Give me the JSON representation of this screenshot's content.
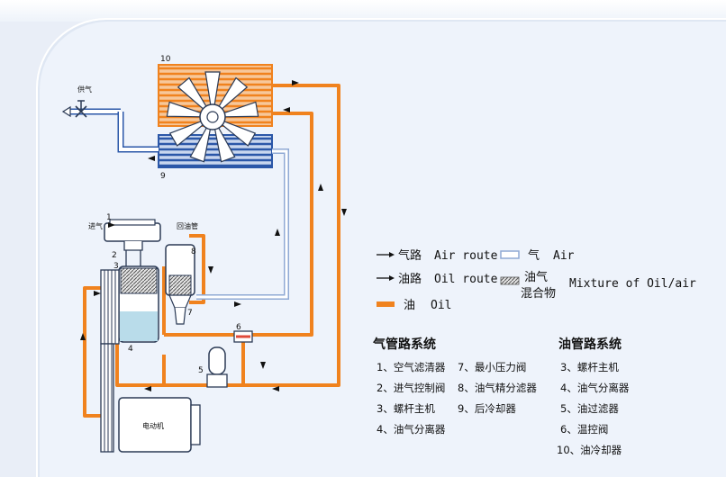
{
  "labels": {
    "n10": "10",
    "n9": "9",
    "n1": "1",
    "n2": "2",
    "n3": "3",
    "n4": "4",
    "n5": "5",
    "n6": "6",
    "n7": "7",
    "n8": "8",
    "supply_air": "供气",
    "air_inlet": "进气",
    "oil_return_pipe": "回油管",
    "motor": "电动机"
  },
  "legend": {
    "air_route_cn": "气路",
    "air_route_en": "Air route",
    "oil_route_cn": "油路",
    "oil_route_en": "Oil route",
    "oil_cn": "油",
    "oil_en": "Oil",
    "air_cn": "气",
    "air_en": "Air",
    "mixture_cn_1": "油气",
    "mixture_cn_2": "混合物",
    "mixture_en": "Mixture of Oil/air"
  },
  "air_system": {
    "title": "气管路系统",
    "col1": [
      "1、空气滤清器",
      "2、进气控制阀",
      "3、螺杆主机",
      "4、油气分离器"
    ],
    "col2": [
      "7、最小压力阀",
      "8、油气精分滤器",
      "9、后冷却器"
    ]
  },
  "oil_system": {
    "title": "油管路系统",
    "items": [
      "3、螺杆主机",
      "4、油气分离器",
      "5、油过滤器",
      "6、温控阀",
      "10、油冷却器"
    ]
  },
  "colors": {
    "oil": "#f0821e",
    "air": "#2b57a8",
    "air_line": "#a9bedf",
    "separator_fill": "#b9dcea"
  }
}
